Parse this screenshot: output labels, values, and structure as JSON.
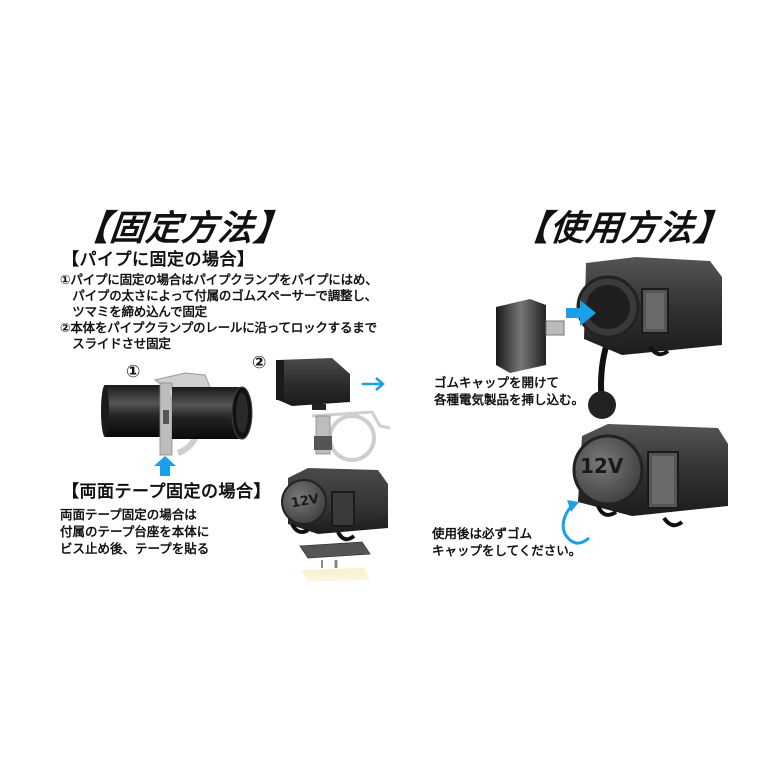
{
  "fixing_method": {
    "title": "【固定方法】",
    "pipe": {
      "subtitle": "【パイプに固定の場合】",
      "steps": [
        "①パイプに固定の場合はパイプクランプをパイプにはめ、",
        "　パイプの太さによって付属のゴムスペーサーで調整し、",
        "　ツマミを締め込んで固定",
        "②本体をパイプクランプのレールに沿ってロックするまで",
        "　スライドさせ固定"
      ],
      "figure_labels": {
        "step1": "①",
        "step2": "②"
      }
    },
    "tape": {
      "subtitle": "【両面テープ固定の場合】",
      "lines": [
        "両面テープ固定の場合は",
        "付属のテープ台座を本体に",
        "ビス止め後、テープを貼る"
      ],
      "socket_label": "12V"
    }
  },
  "usage_method": {
    "title": "【使用方法】",
    "insert_caption": [
      "ゴムキャップを開けて",
      "各種電気製品を挿し込む。"
    ],
    "cap_caption": [
      "使用後は必ずゴム",
      "キャップをしてください。"
    ],
    "socket_label": "12V"
  },
  "colors": {
    "accent_blue": "#1aa0e6",
    "text": "#111111",
    "body_dark": "#2a2a2a",
    "clamp_gray": "#c8c8c8",
    "tape_yellow": "#f5efc0"
  },
  "icons": [
    "arrow-up-icon",
    "arrow-right-icon",
    "insert-arrow-icon",
    "curved-arrow-icon"
  ]
}
